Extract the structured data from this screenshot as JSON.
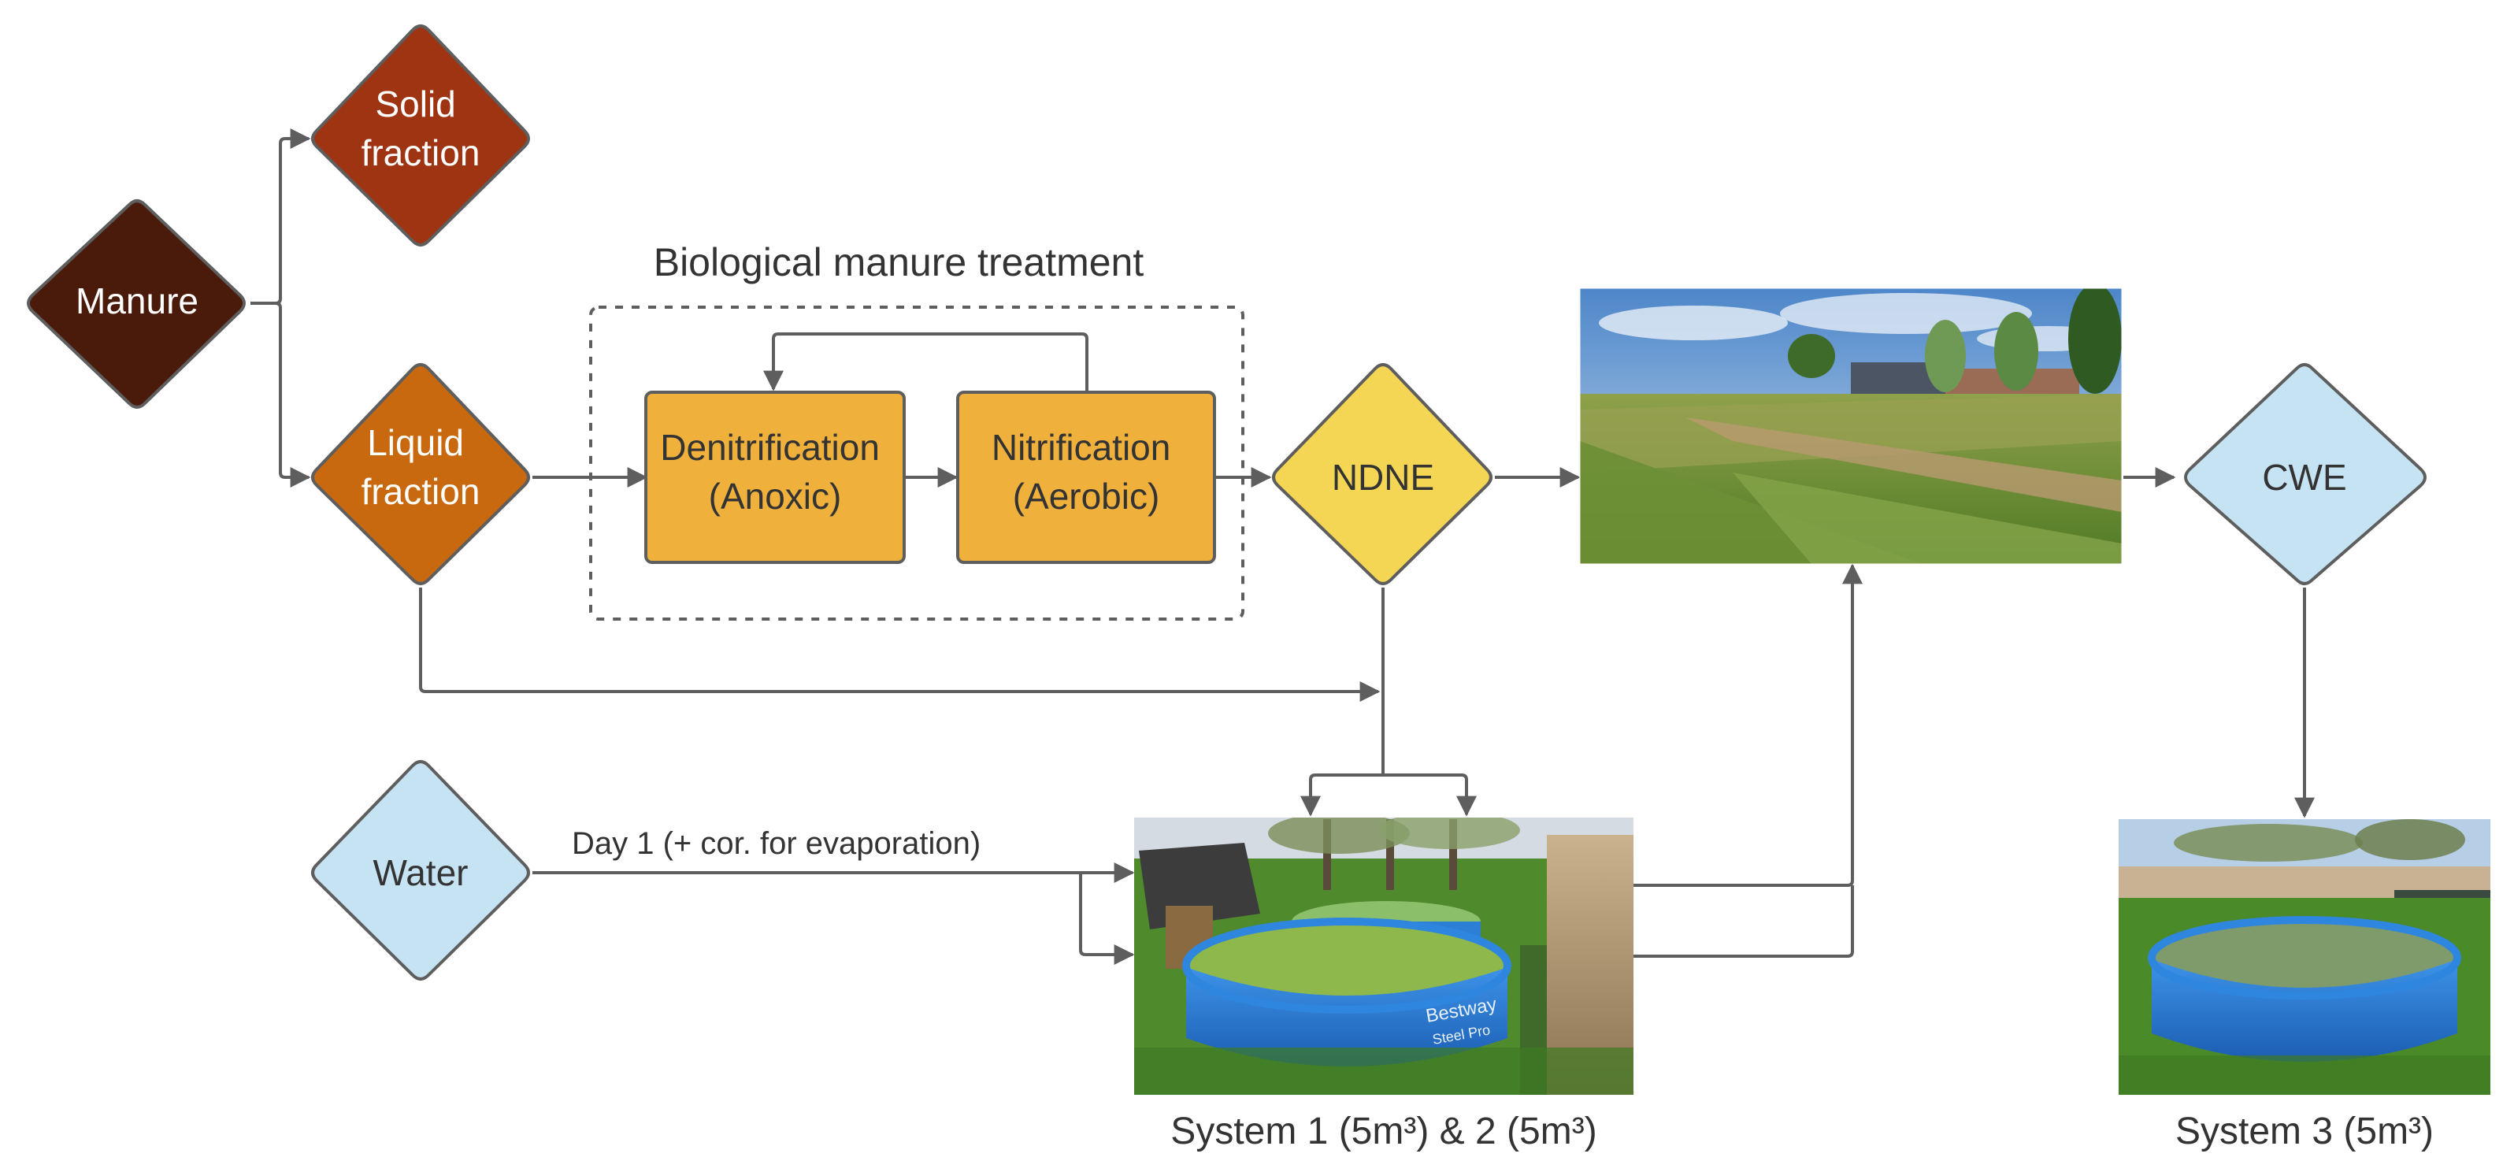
{
  "nodes": {
    "manure": "Manure",
    "solid": [
      "Solid",
      "fraction"
    ],
    "liquid": [
      "Liquid",
      "fraction"
    ],
    "denit": [
      "Denitrification",
      "(Anoxic)"
    ],
    "nit": [
      "Nitrification",
      "(Aerobic)"
    ],
    "ndne": "NDNE",
    "cwe": "CWE",
    "water": "Water"
  },
  "labels": {
    "bio_group": "Biological manure treatment",
    "water_flow": "Day 1 (+ cor. for evaporation)",
    "system12": "System 1 (5m³) & 2 (5m³)",
    "system3": "System 3 (5m³)"
  },
  "photos": {
    "wetland": "constructed-wetland-photo",
    "tanks12": "pool-tanks-photo",
    "tank3": "pool-tank-photo",
    "tank_brand": "Bestway",
    "tank_brand_sub": "Steel Pro"
  },
  "colors": {
    "manure": "#4a1a0b",
    "solid": "#9e3411",
    "liquid": "#c8690f",
    "process": "#f0b13c",
    "ndne": "#f5d654",
    "cwe": "#c6e3f3",
    "water": "#c6e3f3",
    "stroke": "#5e5e5e",
    "pool": "#2d7fd6"
  }
}
